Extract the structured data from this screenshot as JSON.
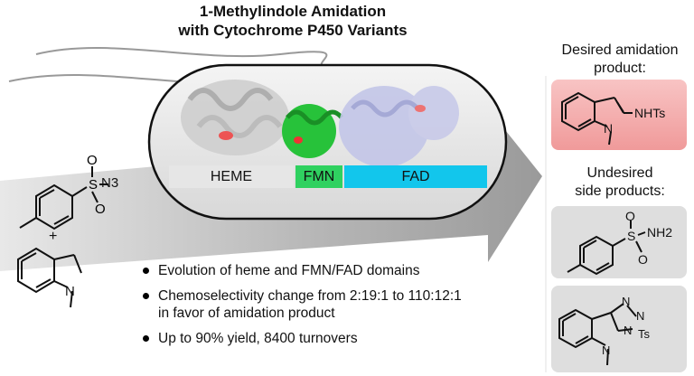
{
  "title": {
    "line1": "1-Methylindole Amidation",
    "line2": "with Cytochrome P450 Variants"
  },
  "domains": [
    {
      "label": "HEME",
      "color": "#e6e6e6"
    },
    {
      "label": "FMN",
      "color": "#2fd160"
    },
    {
      "label": "FAD",
      "color": "#12c6ec"
    }
  ],
  "reagents": {
    "azide_group": "N3",
    "plus": "+"
  },
  "bullets": [
    {
      "lines": [
        "Evolution of heme and FMN/FAD domains"
      ]
    },
    {
      "lines": [
        "Chemoselectivity change from 2:19:1 to 110:12:1",
        "in favor of amidation product"
      ]
    },
    {
      "lines": [
        "Up to 90% yield, 8400 turnovers"
      ]
    }
  ],
  "desired": {
    "title_line1": "Desired amidation",
    "title_line2": "product:",
    "substituent": "NHTs",
    "ring_atom": "N",
    "card_color": "#f4a9a9"
  },
  "undesired": {
    "title_line1": "Undesired",
    "title_line2": "side products:",
    "sulfonamide": {
      "S": "S",
      "O": "O",
      "NH2": "NH2"
    },
    "triazole": {
      "N": "N",
      "Ts": "Ts"
    },
    "card_color": "#dcdcdc"
  }
}
